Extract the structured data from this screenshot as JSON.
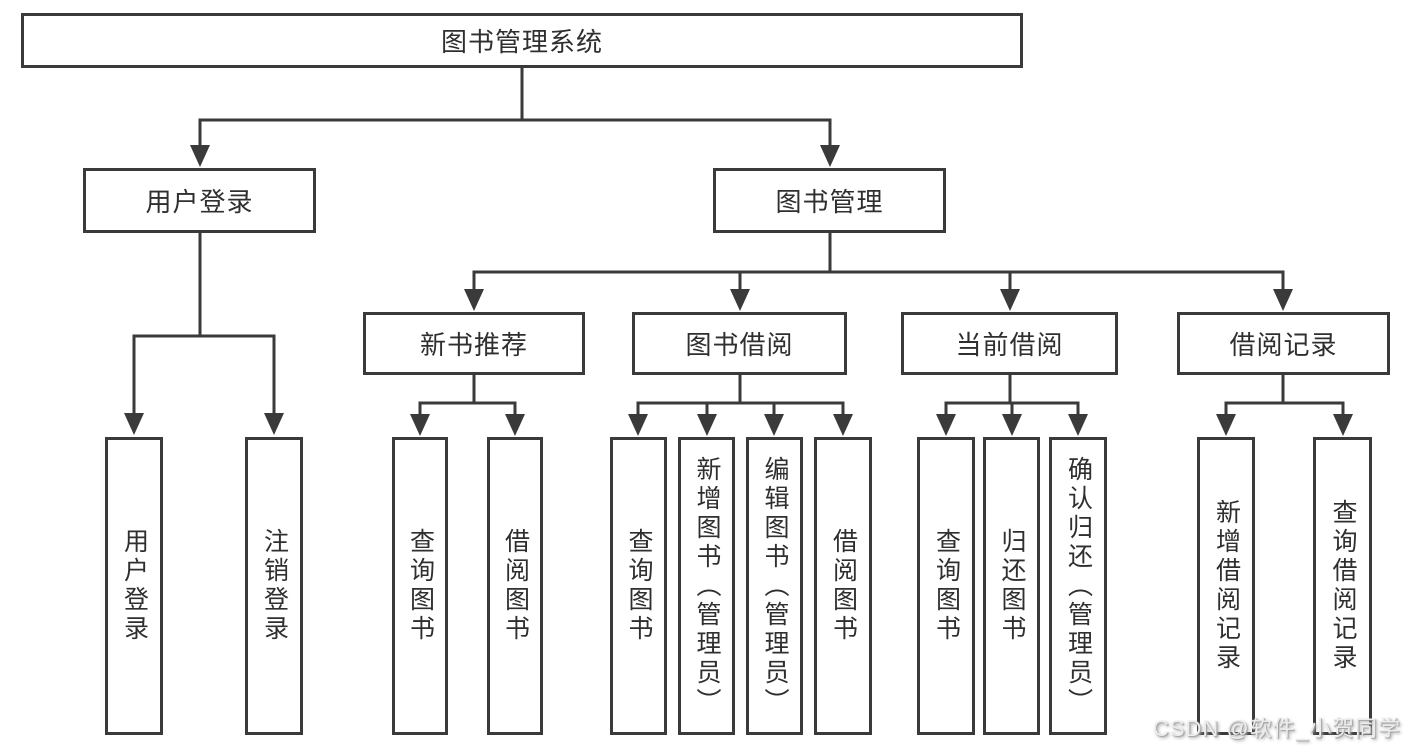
{
  "colors": {
    "line": "#3a3a3a",
    "text": "#2f2f2f",
    "background": "#ffffff",
    "watermark": "#ececec",
    "watermark_shadow": "#9f9f9f"
  },
  "diagram": {
    "root": {
      "label": "图书管理系统"
    },
    "level2": [
      {
        "label": "用户登录"
      },
      {
        "label": "图书管理"
      }
    ],
    "level3": [
      {
        "label": "新书推荐"
      },
      {
        "label": "图书借阅"
      },
      {
        "label": "当前借阅"
      },
      {
        "label": "借阅记录"
      }
    ],
    "login_children": [
      {
        "label": "用户登录"
      },
      {
        "label": "注销登录"
      }
    ],
    "recommend_children": [
      {
        "label": "查询图书"
      },
      {
        "label": "借阅图书"
      }
    ],
    "borrow_children": [
      {
        "label": "查询图书"
      },
      {
        "label": "新增图书（管理员）"
      },
      {
        "label": "编辑图书（管理员）"
      },
      {
        "label": "借阅图书"
      }
    ],
    "current_children": [
      {
        "label": "查询图书"
      },
      {
        "label": "归还图书"
      },
      {
        "label": "确认归还（管理员）"
      }
    ],
    "records_children": [
      {
        "label": "新增借阅记录"
      },
      {
        "label": "查询借阅记录"
      }
    ]
  },
  "watermark": {
    "text": "CSDN @软件_小贺同学"
  }
}
